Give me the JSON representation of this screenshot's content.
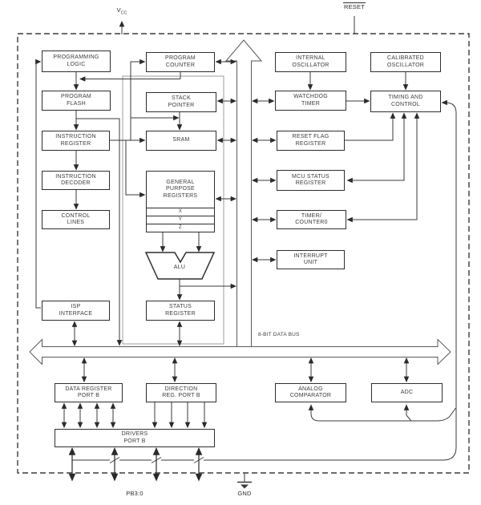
{
  "title": "AVR microcontroller block diagram",
  "colors": {
    "line": "#3a3a3a",
    "bus_outline": "#5a5a5a",
    "background": "#ffffff"
  },
  "labels": {
    "vcc": "V",
    "vcc_sub": "CC",
    "reset": "RESET",
    "gnd": "GND",
    "pins": "PB3:0",
    "bus": "8-BIT DATA BUS"
  },
  "gpr_rows": [
    "X",
    "Y",
    "Z"
  ],
  "blocks": {
    "programming_logic": "PROGRAMMING\nLOGIC",
    "program_counter": "PROGRAM\nCOUNTER",
    "program_flash": "PROGRAM\nFLASH",
    "stack_pointer": "STACK\nPOINTER",
    "instruction_register": "INSTRUCTION\nREGISTER",
    "sram": "SRAM",
    "instruction_decoder": "INSTRUCTION\nDECODER",
    "general_purpose_registers": "GENERAL\nPURPOSE\nREGISTERS",
    "control_lines": "CONTROL\nLINES",
    "alu": "ALU",
    "isp_interface": "ISP\nINTERFACE",
    "status_register": "STATUS\nREGISTER",
    "internal_oscillator": "INTERNAL\nOSCILLATOR",
    "calibrated_oscillator": "CALIBRATED\nOSCILLATOR",
    "watchdog_timer": "WATCHDOG\nTIMER",
    "timing_and_control": "TIMING AND\nCONTROL",
    "reset_flag_register": "RESET FLAG\nREGISTER",
    "mcu_status_register": "MCU STATUS\nREGISTER",
    "timer_counter0": "TIMER/\nCOUNTER0",
    "interrupt_unit": "INTERRUPT\nUNIT",
    "analog_comparator": "ANALOG\nCOMPARATOR",
    "adc": "ADC",
    "data_register_portb": "DATA REGISTER\nPORT B",
    "direction_reg_portb": "DIRECTION\nREG. PORT B",
    "drivers_portb": "DRIVERS\nPORT B"
  }
}
